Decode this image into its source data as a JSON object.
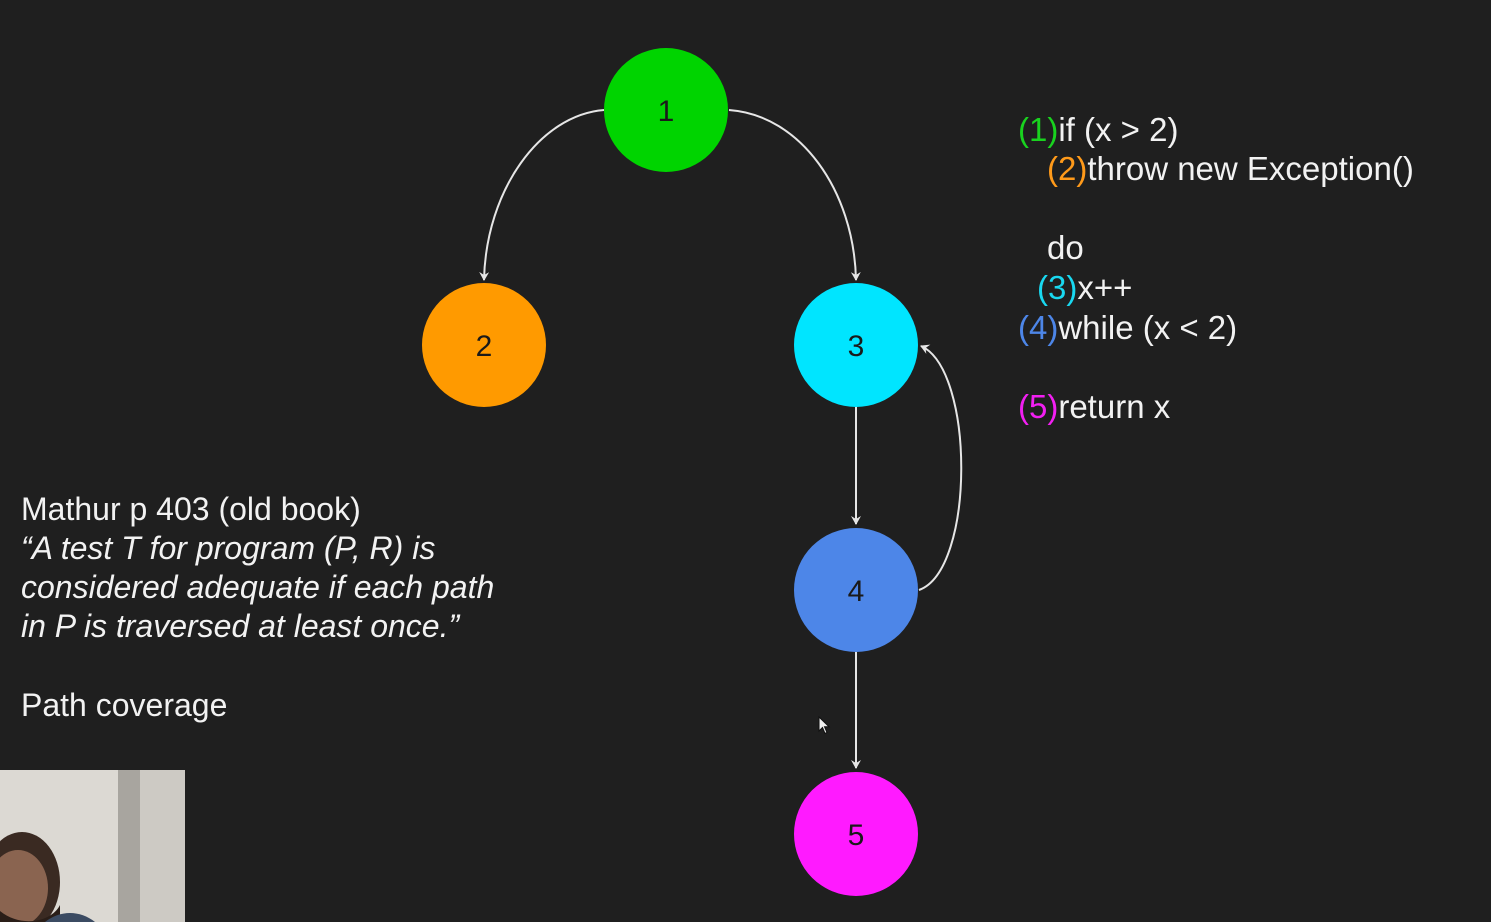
{
  "diagram": {
    "nodes": [
      {
        "id": "1",
        "label": "1",
        "color": "#00d400"
      },
      {
        "id": "2",
        "label": "2",
        "color": "#ff9a00"
      },
      {
        "id": "3",
        "label": "3",
        "color": "#00e5ff"
      },
      {
        "id": "4",
        "label": "4",
        "color": "#4d86e8"
      },
      {
        "id": "5",
        "label": "5",
        "color": "#ff1aff"
      }
    ],
    "edges": [
      {
        "from": "1",
        "to": "2"
      },
      {
        "from": "1",
        "to": "3"
      },
      {
        "from": "3",
        "to": "4"
      },
      {
        "from": "4",
        "to": "3"
      },
      {
        "from": "4",
        "to": "5"
      }
    ],
    "edge_color": "#e6e6e6"
  },
  "code": {
    "lines": [
      {
        "marker": "(1)",
        "marker_color": "#19d21f",
        "text": "if (x > 2)"
      },
      {
        "marker": "(2)",
        "marker_color": "#ff9a1a",
        "text": "throw new Exception()"
      },
      {
        "marker": "",
        "marker_color": "",
        "text": "do"
      },
      {
        "marker": "(3)",
        "marker_color": "#19d8f0",
        "text": "x++"
      },
      {
        "marker": "(4)",
        "marker_color": "#4d86e8",
        "text": "while (x < 2)"
      },
      {
        "marker": "(5)",
        "marker_color": "#f21ff2",
        "text": "return x"
      }
    ]
  },
  "quote": {
    "source": "Mathur p 403 (old book)",
    "lines": [
      "“A test T for program (P, R) is",
      "considered adequate if each path",
      "in P is traversed at least once.”"
    ]
  },
  "coverage_label": "Path coverage"
}
